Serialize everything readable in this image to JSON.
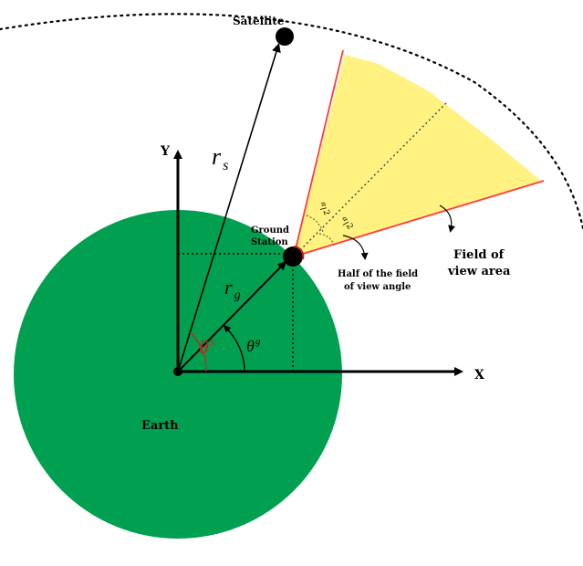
{
  "labels": {
    "satellite": "Satellite",
    "ground_station_line1": "Ground",
    "ground_station_line2": "Station",
    "y_axis": "Y",
    "x_axis": "X",
    "r_s_main": "r",
    "r_s_sub": "s",
    "r_g_main": "r",
    "r_g_sub": "g",
    "theta_s_main": "θ",
    "theta_s_sup": "s",
    "theta_g_main": "θ",
    "theta_g_sup": "g",
    "earth": "Earth",
    "half_fov_line1": "Half of the field",
    "half_fov_line2": "of view angle",
    "fov_area_line1": "Field of",
    "fov_area_line2": "view area",
    "alpha_half_1_num": "α",
    "alpha_half_1_den": "2",
    "alpha_half_2_num": "α",
    "alpha_half_2_den": "2"
  },
  "colors": {
    "earth": "#00a050",
    "fov": "#fff06a",
    "fov_edge": "#ff3b3b",
    "theta_s": "#cc2222",
    "ink": "#000000",
    "orbit": "#000000"
  }
}
